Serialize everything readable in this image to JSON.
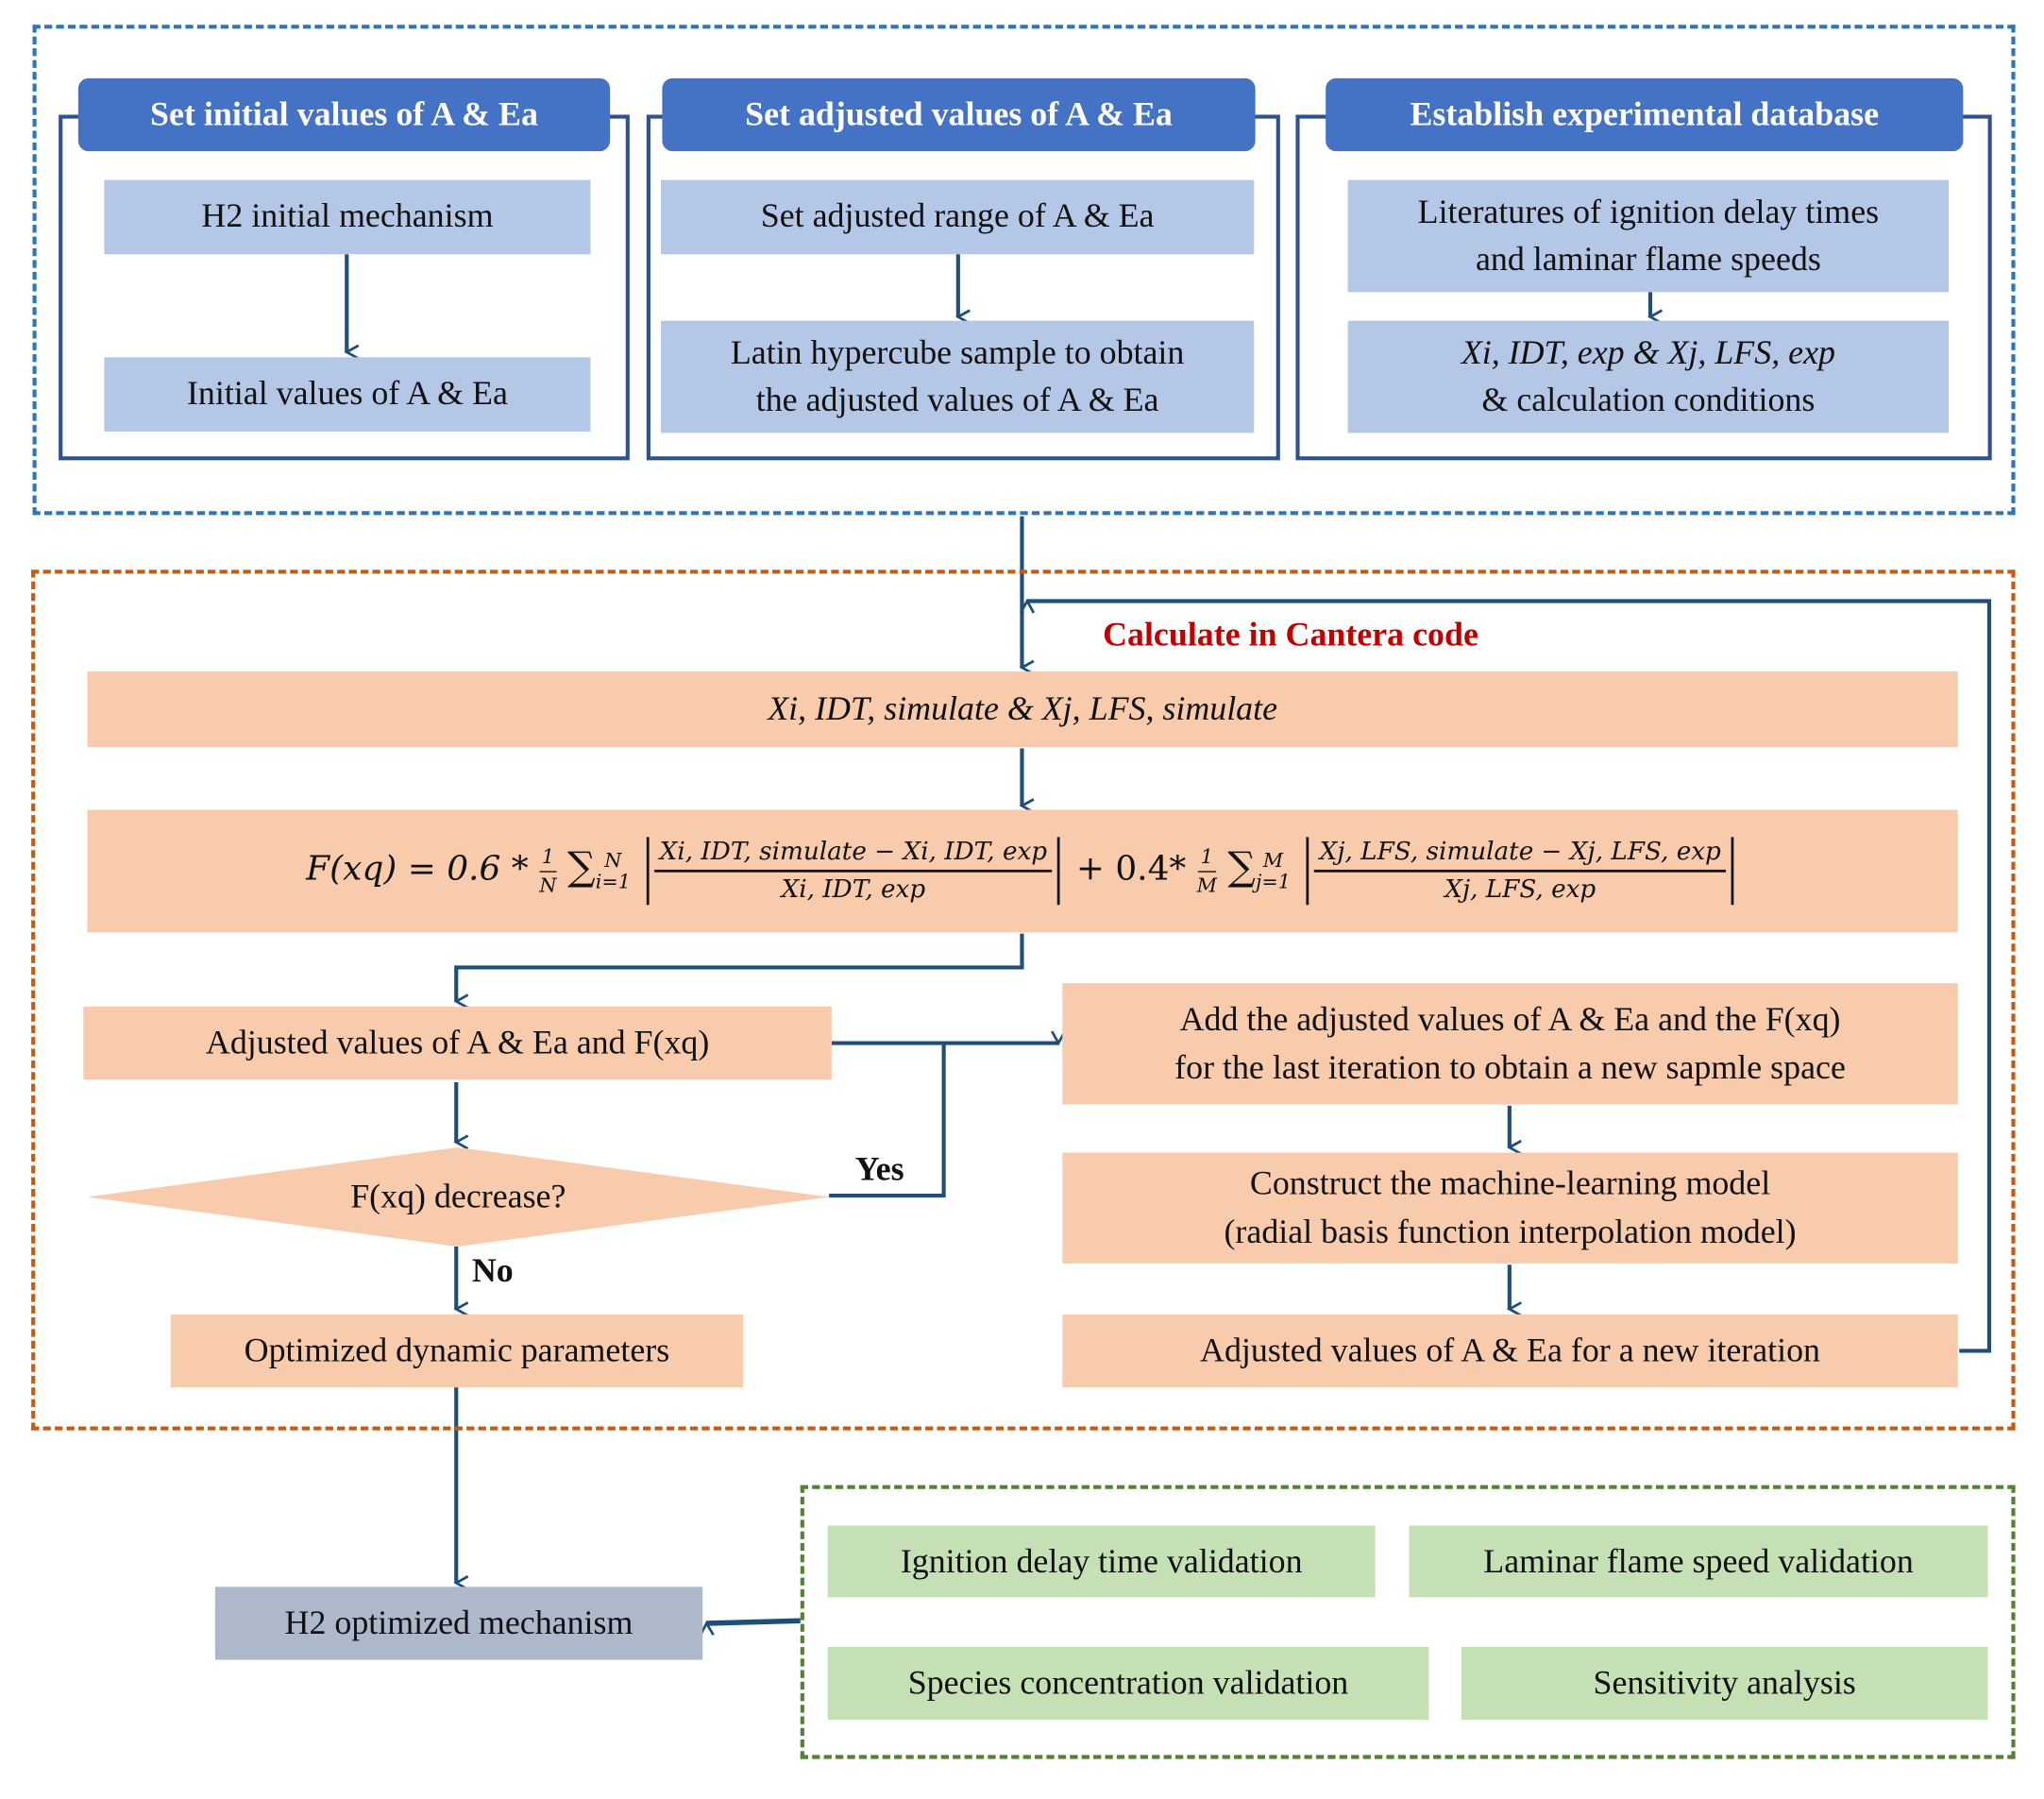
{
  "top_group": {
    "initial": {
      "header": "Set initial values of A & Ea",
      "box1": "H2 initial mechanism",
      "box2": "Initial values of A & Ea"
    },
    "adjusted": {
      "header": "Set adjusted values of A & Ea",
      "box1": "Set adjusted range of A & Ea",
      "box2_line1": "Latin hypercube sample to obtain",
      "box2_line2": "the adjusted values of A & Ea"
    },
    "database": {
      "header": "Establish experimental database",
      "box1_line1": "Literatures of ignition delay times",
      "box1_line2": "and laminar flame speeds",
      "box2_line1": "Xi, IDT, exp & Xj, LFS, exp",
      "box2_line2": "& calculation conditions"
    }
  },
  "middle_group": {
    "title": "Calculate in Cantera code",
    "simulate_box": "Xi, IDT, simulate & Xj, LFS, simulate",
    "formula": {
      "lhs": "F(xq) = 0.6 *",
      "num1": "1",
      "den1": "N",
      "sum1_upper": "N",
      "sum1_lower": "i=1",
      "frac1_num": "Xi, IDT, simulate − Xi, IDT, exp",
      "frac1_den": "Xi, IDT, exp",
      "mid": "+ 0.4*",
      "num2": "1",
      "den2": "M",
      "sum2_upper": "M",
      "sum2_lower": "j=1",
      "frac2_num": "Xj, LFS, simulate − Xj, LFS, exp",
      "frac2_den": "Xj, LFS, exp"
    },
    "adjusted_fx": "Adjusted values of A & Ea and F(xq)",
    "decision": "F(xq) decrease?",
    "yes_label": "Yes",
    "no_label": "No",
    "optimized_params": "Optimized dynamic parameters",
    "add_samples_line1": "Add the adjusted values of A & Ea and the F(xq)",
    "add_samples_line2": "for the last iteration to obtain a new sapmle space",
    "ml_model_line1": "Construct the machine-learning model",
    "ml_model_line2": "(radial basis function interpolation model)",
    "new_iteration": "Adjusted values of A & Ea for a new iteration"
  },
  "bottom_group": {
    "optimized_mechanism": "H2 optimized mechanism",
    "validations": [
      "Ignition delay time validation",
      "Laminar flame speed validation",
      "Species concentration validation",
      "Sensitivity analysis"
    ]
  },
  "colors": {
    "header_blue": "#4472c4",
    "light_blue": "#b4c7e7",
    "peach": "#f8cbad",
    "light_green": "#c5e0b4",
    "grey_blue": "#adb9ca",
    "arrow": "#1f4e79",
    "cantera_red": "#c00000"
  }
}
